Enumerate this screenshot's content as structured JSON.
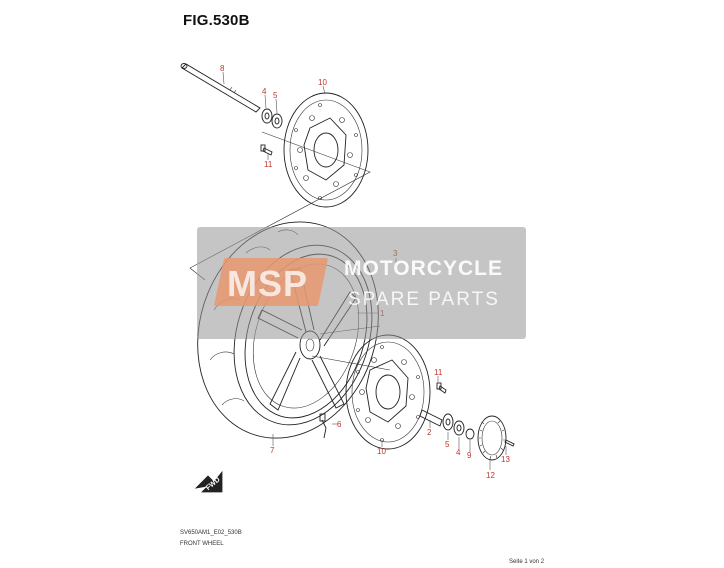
{
  "figure": {
    "title": "FIG.530B",
    "doc_code": "SV650AM1_E02_530B",
    "caption": "FRONT WHEEL",
    "page_info": "Seite 1 von 2",
    "fwd_label": "FWD"
  },
  "watermark": {
    "logo_text": "MSP",
    "line1": "MOTORCYCLE",
    "line2": "SPARE PARTS"
  },
  "callouts": {
    "c1": "1",
    "c2": "2",
    "c3": "3",
    "c4a": "4",
    "c4b": "4",
    "c5a": "5",
    "c5b": "5",
    "c6": "6",
    "c7": "7",
    "c8": "8",
    "c9": "9",
    "c10a": "10",
    "c10b": "10",
    "c11a": "11",
    "c11b": "11",
    "c12": "12",
    "c13": "13"
  },
  "colors": {
    "callout": "#c0352b",
    "line": "#222222"
  }
}
